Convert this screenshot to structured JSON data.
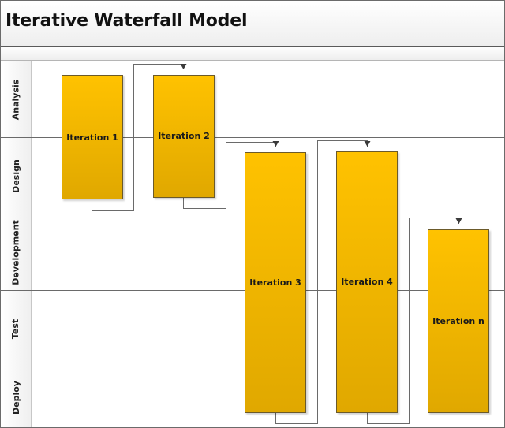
{
  "diagram": {
    "title": "Iterative Waterfall Model",
    "lanes": [
      {
        "label": "Analysis"
      },
      {
        "label": "Design"
      },
      {
        "label": "Development"
      },
      {
        "label": "Test"
      },
      {
        "label": "Deploy"
      }
    ],
    "iterations": [
      {
        "label": "Iteration 1",
        "spans": [
          "Analysis",
          "Design"
        ]
      },
      {
        "label": "Iteration 2",
        "spans": [
          "Analysis",
          "Design"
        ]
      },
      {
        "label": "Iteration 3",
        "spans": [
          "Design",
          "Development",
          "Test",
          "Deploy"
        ]
      },
      {
        "label": "Iteration 4",
        "spans": [
          "Design",
          "Development",
          "Test",
          "Deploy"
        ]
      },
      {
        "label": "Iteration n",
        "spans": [
          "Development",
          "Test",
          "Deploy"
        ]
      }
    ],
    "connectors": [
      {
        "from": "Iteration 1",
        "to": "Iteration 2"
      },
      {
        "from": "Iteration 2",
        "to": "Iteration 3"
      },
      {
        "from": "Iteration 3",
        "to": "Iteration 4"
      },
      {
        "from": "Iteration 4",
        "to": "Iteration n"
      }
    ],
    "colors": {
      "box_top": "#ffc200",
      "box_bottom": "#e0a800",
      "box_border": "#6b5a2a",
      "line": "#6a6a6a"
    }
  }
}
